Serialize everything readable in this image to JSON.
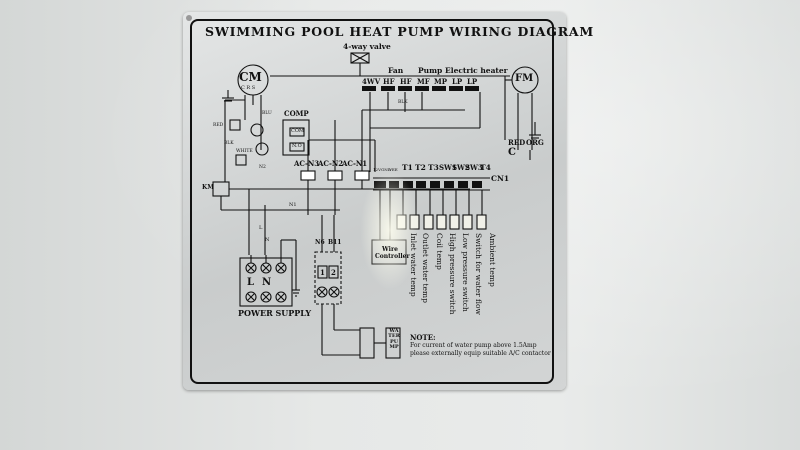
{
  "diagram": {
    "title": "SWIMMING POOL HEAT PUMP WIRING DIAGRAM",
    "valve_label": "4-way valve",
    "compressor_label": "CM",
    "compressor_terminals": "C R S",
    "fan_motor_label": "FM",
    "comp_box": {
      "title": "COMP",
      "terminals": [
        "COM",
        "N.O"
      ]
    },
    "ac_terminals": [
      "AC-N3",
      "AC-N2",
      "AC-N1"
    ],
    "group_labels": {
      "fan": "Fan",
      "pump": "Pump",
      "heater": "Electric heater"
    },
    "relay_outputs": [
      "4WV",
      "HF",
      "HF",
      "MF",
      "MP",
      "LP",
      "LP"
    ],
    "fm_wires": [
      "RED",
      "ORG"
    ],
    "fm_c": "C",
    "sensor_terms": [
      "12V",
      "GND",
      "VEE",
      "T1",
      "T2",
      "T3",
      "SW1",
      "SW2",
      "SW3",
      "T4"
    ],
    "cn1": "CN1",
    "wire_controller": "Wire Controller",
    "sensor_names": [
      "Inlet water temp",
      "Outlet water temp",
      "Coil temp",
      "High pressure switch",
      "Low pressure switch",
      "Switch for water flow",
      "Ambient temp"
    ],
    "power_terminals": [
      "L",
      "N"
    ],
    "power_supply": "POWER SUPPLY",
    "pump_terminals": [
      "N6",
      "B11"
    ],
    "pump_term_nums": [
      "1",
      "2"
    ],
    "water_pump": "WATER PUMP",
    "km_label": "KM",
    "note_title": "NOTE:",
    "note_lines": [
      "For current of water pump above 1.5Amp",
      "please externally equip suitable A/C contactor"
    ],
    "wire_codes": {
      "red": "RED",
      "blk": "BLK",
      "blu": "BLU",
      "white": "WHITE",
      "n1": "N1",
      "n2": "N2",
      "l": "L",
      "n": "N"
    }
  }
}
